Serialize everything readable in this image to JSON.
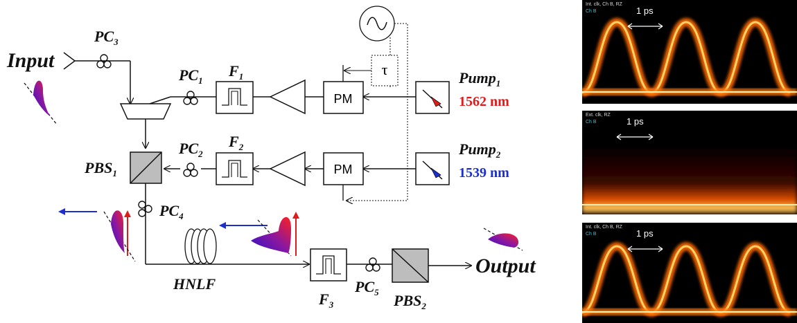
{
  "labels": {
    "input": "Input",
    "output": "Output",
    "hnlf": "HNLF",
    "pm1": "PM",
    "pm2": "PM",
    "tau": "τ",
    "pc1": "PC",
    "pc1_sub": "1",
    "pc2": "PC",
    "pc2_sub": "2",
    "pc3": "PC",
    "pc3_sub": "3",
    "pc4": "PC",
    "pc4_sub": "4",
    "pc5": "PC",
    "pc5_sub": "5",
    "f1": "F",
    "f1_sub": "1",
    "f2": "F",
    "f2_sub": "2",
    "f3": "F",
    "f3_sub": "3",
    "pbs1": "PBS",
    "pbs1_sub": "1",
    "pbs2": "PBS",
    "pbs2_sub": "2",
    "pump1": "Pump",
    "pump1_sub": "1",
    "pump2": "Pump",
    "pump2_sub": "2",
    "wl1": "1562 nm",
    "wl2": "1539 nm"
  },
  "colors": {
    "pump1": "#e01b1b",
    "pump2": "#1b2fd0",
    "arrow_red": "#e01b1b",
    "arrow_blue": "#1b2fd0"
  },
  "panels": [
    {
      "hdr1": "Int. clk, Ch B, RZ",
      "hdr2": "Ch B",
      "scale": "1 ps",
      "pattern": "eye"
    },
    {
      "hdr1": "Ext. clk, RZ",
      "hdr2": "Ch B",
      "scale": "1 ps",
      "pattern": "flat"
    },
    {
      "hdr1": "Int. clk, Ch B, RZ",
      "hdr2": "Ch B",
      "scale": "1 ps",
      "pattern": "eye"
    }
  ]
}
